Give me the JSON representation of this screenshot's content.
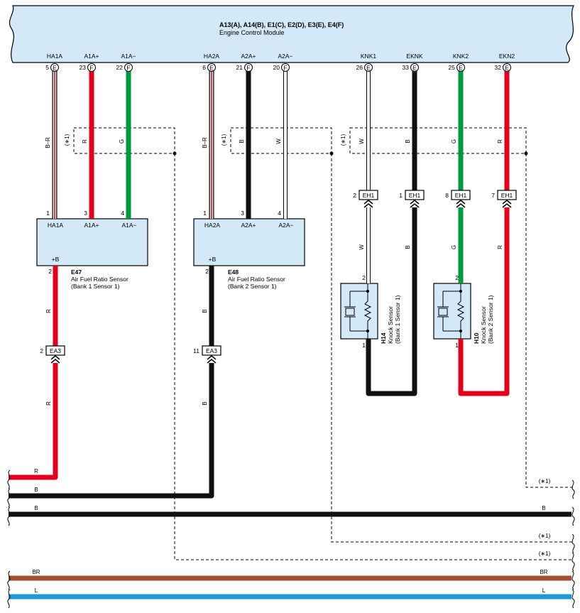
{
  "ecm": {
    "title": "A13(A), A14(B), E1(C), E2(D), E3(E), E4(F)",
    "subtitle": "Engine Control Module",
    "terminals": [
      {
        "label": "HA1A",
        "pin": "5",
        "conn": "E"
      },
      {
        "label": "A1A+",
        "pin": "23",
        "conn": "F"
      },
      {
        "label": "A1A−",
        "pin": "22",
        "conn": "F"
      },
      {
        "label": "HA2A",
        "pin": "6",
        "conn": "E"
      },
      {
        "label": "A2A+",
        "pin": "21",
        "conn": "F"
      },
      {
        "label": "A2A−",
        "pin": "20",
        "conn": "F"
      },
      {
        "label": "KNK1",
        "pin": "26",
        "conn": "E"
      },
      {
        "label": "EKNK",
        "pin": "33",
        "conn": "E"
      },
      {
        "label": "KNK2",
        "pin": "25",
        "conn": "E"
      },
      {
        "label": "EKN2",
        "pin": "32",
        "conn": "E"
      }
    ]
  },
  "wire_labels": {
    "br": "B–R",
    "r": "R",
    "g": "G",
    "b": "B",
    "w": "W",
    "l": "L",
    "brown": "BR"
  },
  "shield_note": "(∗1)",
  "sensors": {
    "e47": {
      "code": "E47",
      "line1": "Air Fuel Ratio Sensor",
      "line2": "(Bank 1 Sensor 1)",
      "pins": [
        "HA1A",
        "A1A+",
        "A1A−"
      ],
      "pin_nums": [
        "1",
        "3",
        "4"
      ],
      "plusb": "+B",
      "plusb_pin": "2"
    },
    "e48": {
      "code": "E48",
      "line1": "Air Fuel Ratio Sensor",
      "line2": "(Bank 2 Sensor 1)",
      "pins": [
        "HA2A",
        "A2A+",
        "A2A−"
      ],
      "pin_nums": [
        "1",
        "3",
        "4"
      ],
      "plusb": "+B",
      "plusb_pin": "2"
    },
    "h14": {
      "code": "H14",
      "line1": "Knock Sensor",
      "line2": "(Bank 1 Sensor 1)",
      "pin_top": "2",
      "pin_bot": "1"
    },
    "h10": {
      "code": "H10",
      "line1": "Knock Sensor",
      "line2": "(Bank 2 Sensor 1)",
      "pin_top": "2",
      "pin_bot": "1"
    }
  },
  "connectors": {
    "ea3_1": {
      "id": "EA3",
      "pin": "2"
    },
    "ea3_2": {
      "id": "EA3",
      "pin": "11"
    },
    "eh1_1": {
      "id": "EH1",
      "pin": "2"
    },
    "eh1_2": {
      "id": "EH1",
      "pin": "1"
    },
    "eh1_3": {
      "id": "EH1",
      "pin": "8"
    },
    "eh1_4": {
      "id": "EH1",
      "pin": "7"
    }
  },
  "colors": {
    "red": "#e3001b",
    "green": "#009a3e",
    "black": "#111111",
    "brown": "#a0522d",
    "blue": "#1a9ad6",
    "module_fill": "#d3e9f7"
  }
}
